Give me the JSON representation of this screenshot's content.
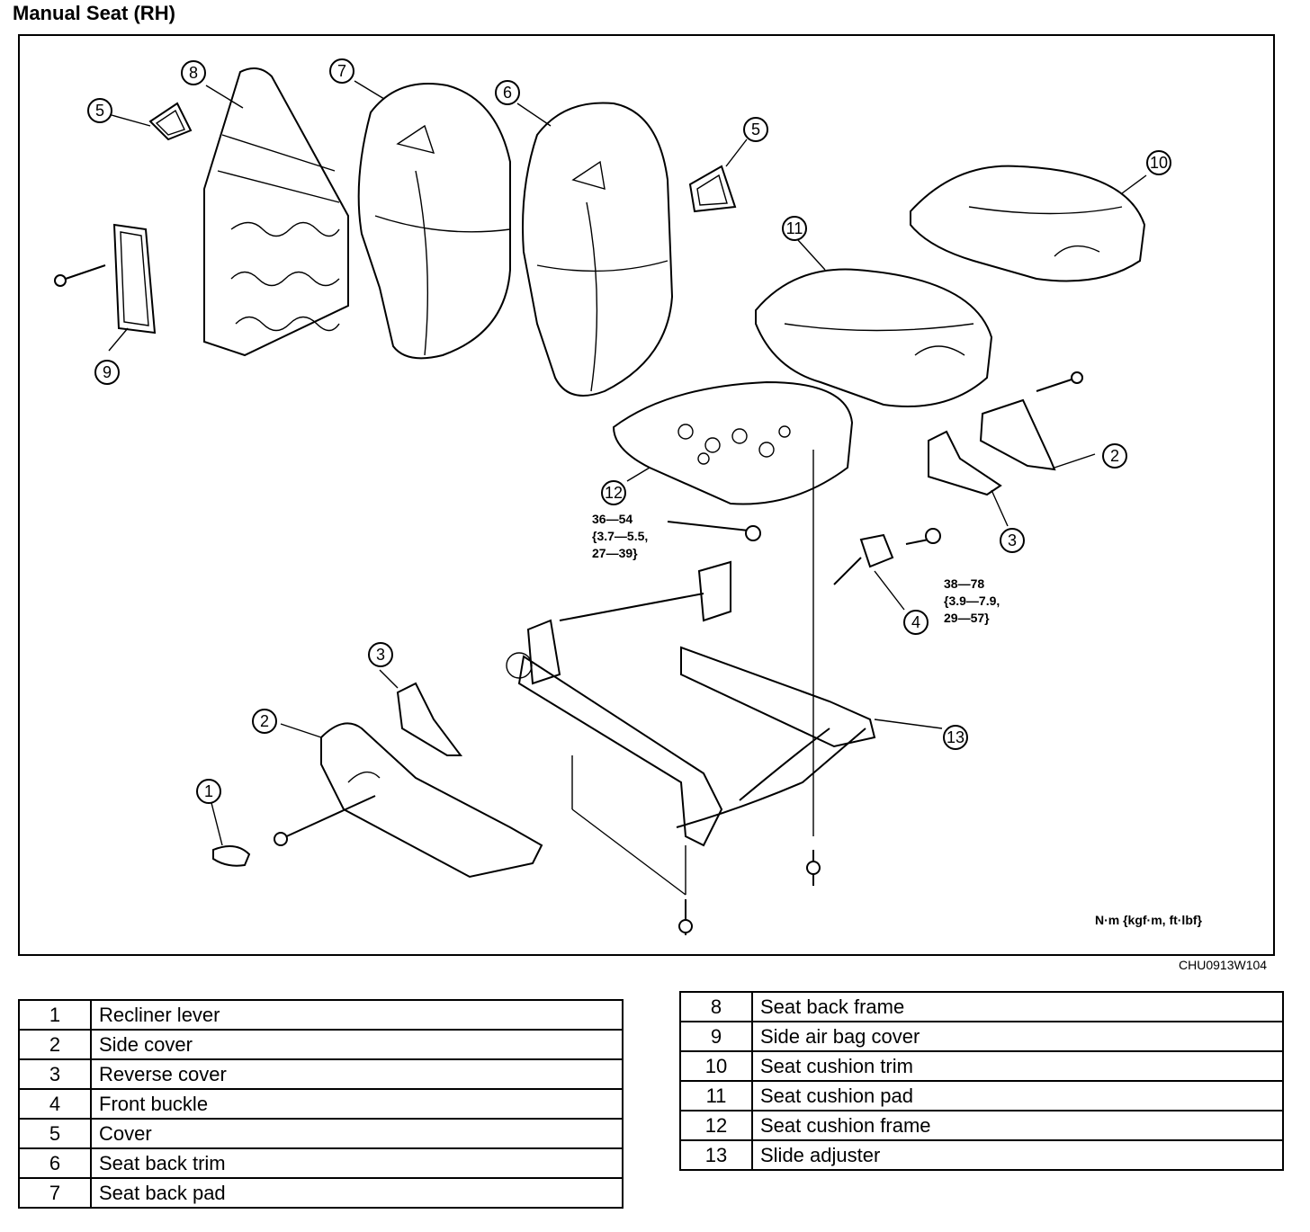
{
  "title": "Manual Seat (RH)",
  "figure_code": "CHU0913W104",
  "units_note": "N·m {kgf·m, ft·lbf}",
  "torque_specs": [
    "36—54\n{3.7—5.5,\n27—39}",
    "38—78\n{3.9—7.9,\n29—57}"
  ],
  "callouts": [
    "1",
    "2",
    "2",
    "3",
    "3",
    "4",
    "5",
    "5",
    "6",
    "7",
    "8",
    "9",
    "10",
    "11",
    "12",
    "13"
  ],
  "legend_left": [
    {
      "num": "1",
      "name": "Recliner lever"
    },
    {
      "num": "2",
      "name": "Side cover"
    },
    {
      "num": "3",
      "name": "Reverse cover"
    },
    {
      "num": "4",
      "name": "Front buckle"
    },
    {
      "num": "5",
      "name": "Cover"
    },
    {
      "num": "6",
      "name": "Seat back trim"
    },
    {
      "num": "7",
      "name": "Seat back pad"
    }
  ],
  "legend_right": [
    {
      "num": "8",
      "name": "Seat back frame"
    },
    {
      "num": "9",
      "name": "Side air bag cover"
    },
    {
      "num": "10",
      "name": "Seat cushion trim"
    },
    {
      "num": "11",
      "name": "Seat cushion pad"
    },
    {
      "num": "12",
      "name": "Seat cushion frame"
    },
    {
      "num": "13",
      "name": "Slide adjuster"
    }
  ]
}
